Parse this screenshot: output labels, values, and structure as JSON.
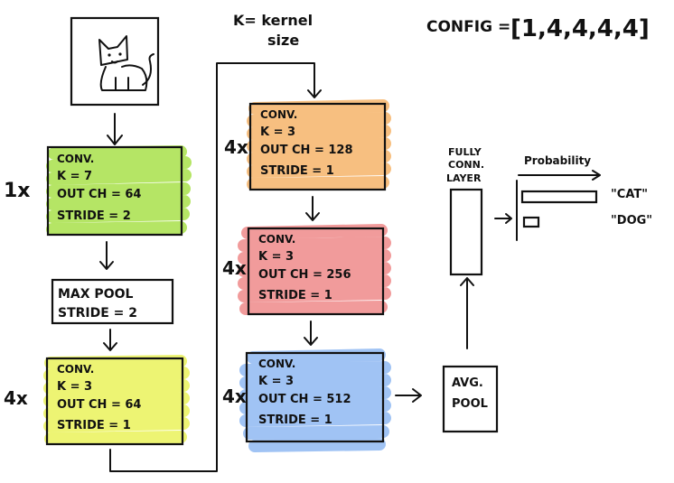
{
  "header": {
    "kernel_note_line1": "K= kernel",
    "kernel_note_line2": "size",
    "config_label": "CONFIG =",
    "config_values": "[1,4,4,4,4]"
  },
  "input_image": {
    "icon": "cat-drawing-icon"
  },
  "blocks": [
    {
      "repeat": "1x",
      "title": "CONV.",
      "lines": [
        "K = 7",
        "OUT CH = 64",
        "STRIDE = 2"
      ],
      "color": "#a8e04a"
    },
    {
      "repeat": "",
      "title": "MAX POOL",
      "lines": [
        "STRIDE = 2"
      ],
      "color": ""
    },
    {
      "repeat": "4x",
      "title": "CONV.",
      "lines": [
        "K = 3",
        "OUT CH = 64",
        "STRIDE = 1"
      ],
      "color": "#eaf25a"
    },
    {
      "repeat": "4x",
      "title": "CONV.",
      "lines": [
        "K = 3",
        "OUT CH = 128",
        "STRIDE = 1"
      ],
      "color": "#f6b46a"
    },
    {
      "repeat": "4x",
      "title": "CONV.",
      "lines": [
        "K = 3",
        "OUT CH = 256",
        "STRIDE = 1"
      ],
      "color": "#ee8a8a"
    },
    {
      "repeat": "4x",
      "title": "CONV.",
      "lines": [
        "K = 3",
        "OUT CH = 512",
        "STRIDE = 1"
      ],
      "color": "#8fb8f2"
    }
  ],
  "avg_pool": {
    "line1": "AVG.",
    "line2": "POOL"
  },
  "fc_layer": {
    "line1": "FULLY",
    "line2": "CONN.",
    "line3": "LAYER"
  },
  "probability": {
    "label": "Probability"
  },
  "classes": {
    "cat": "\"CAT\"",
    "dog": "\"DOG\""
  }
}
